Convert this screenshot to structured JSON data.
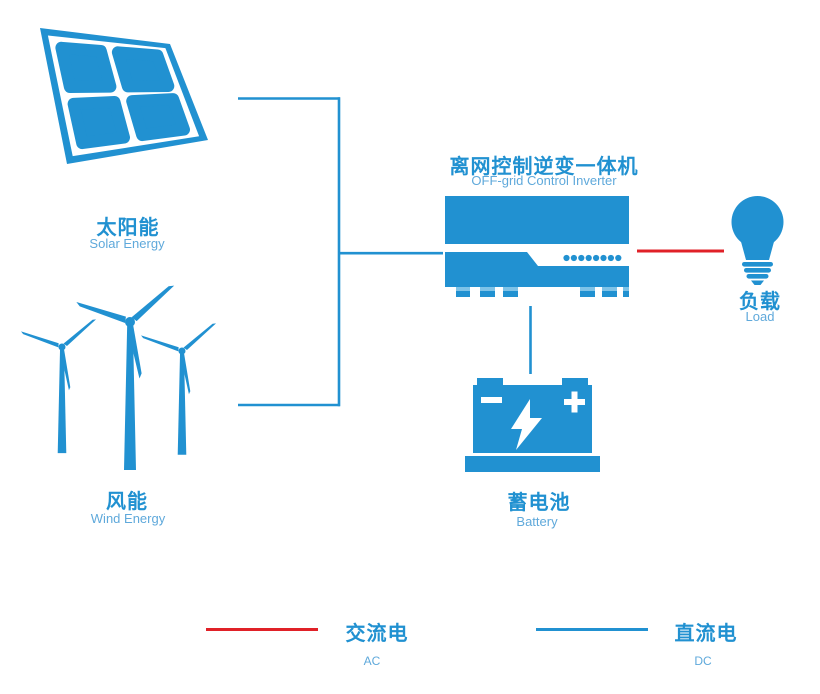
{
  "colors": {
    "primary_blue": "#2191D1",
    "light_blue": "#5FA9DB",
    "leg_stripe_blue": "#7EC3E8",
    "ac_red": "#E02128"
  },
  "nodes": {
    "solar": {
      "label": "太阳能",
      "sublabel": "Solar Energy"
    },
    "wind": {
      "label": "风能",
      "sublabel": "Wind Energy"
    },
    "inverter": {
      "label": "离网控制逆变一体机",
      "sublabel": "OFF-grid Control Inverter"
    },
    "battery": {
      "label": "蓄电池",
      "sublabel": "Battery"
    },
    "load": {
      "label": "负载",
      "sublabel": "Load"
    }
  },
  "legend": {
    "ac": {
      "label": "交流电",
      "sublabel": "AC"
    },
    "dc": {
      "label": "直流电",
      "sublabel": "DC"
    }
  },
  "connections": [
    {
      "from": "solar",
      "to": "inverter",
      "type": "DC"
    },
    {
      "from": "wind",
      "to": "inverter",
      "type": "DC"
    },
    {
      "from": "inverter",
      "to": "battery",
      "type": "DC"
    },
    {
      "from": "inverter",
      "to": "load",
      "type": "AC"
    }
  ]
}
